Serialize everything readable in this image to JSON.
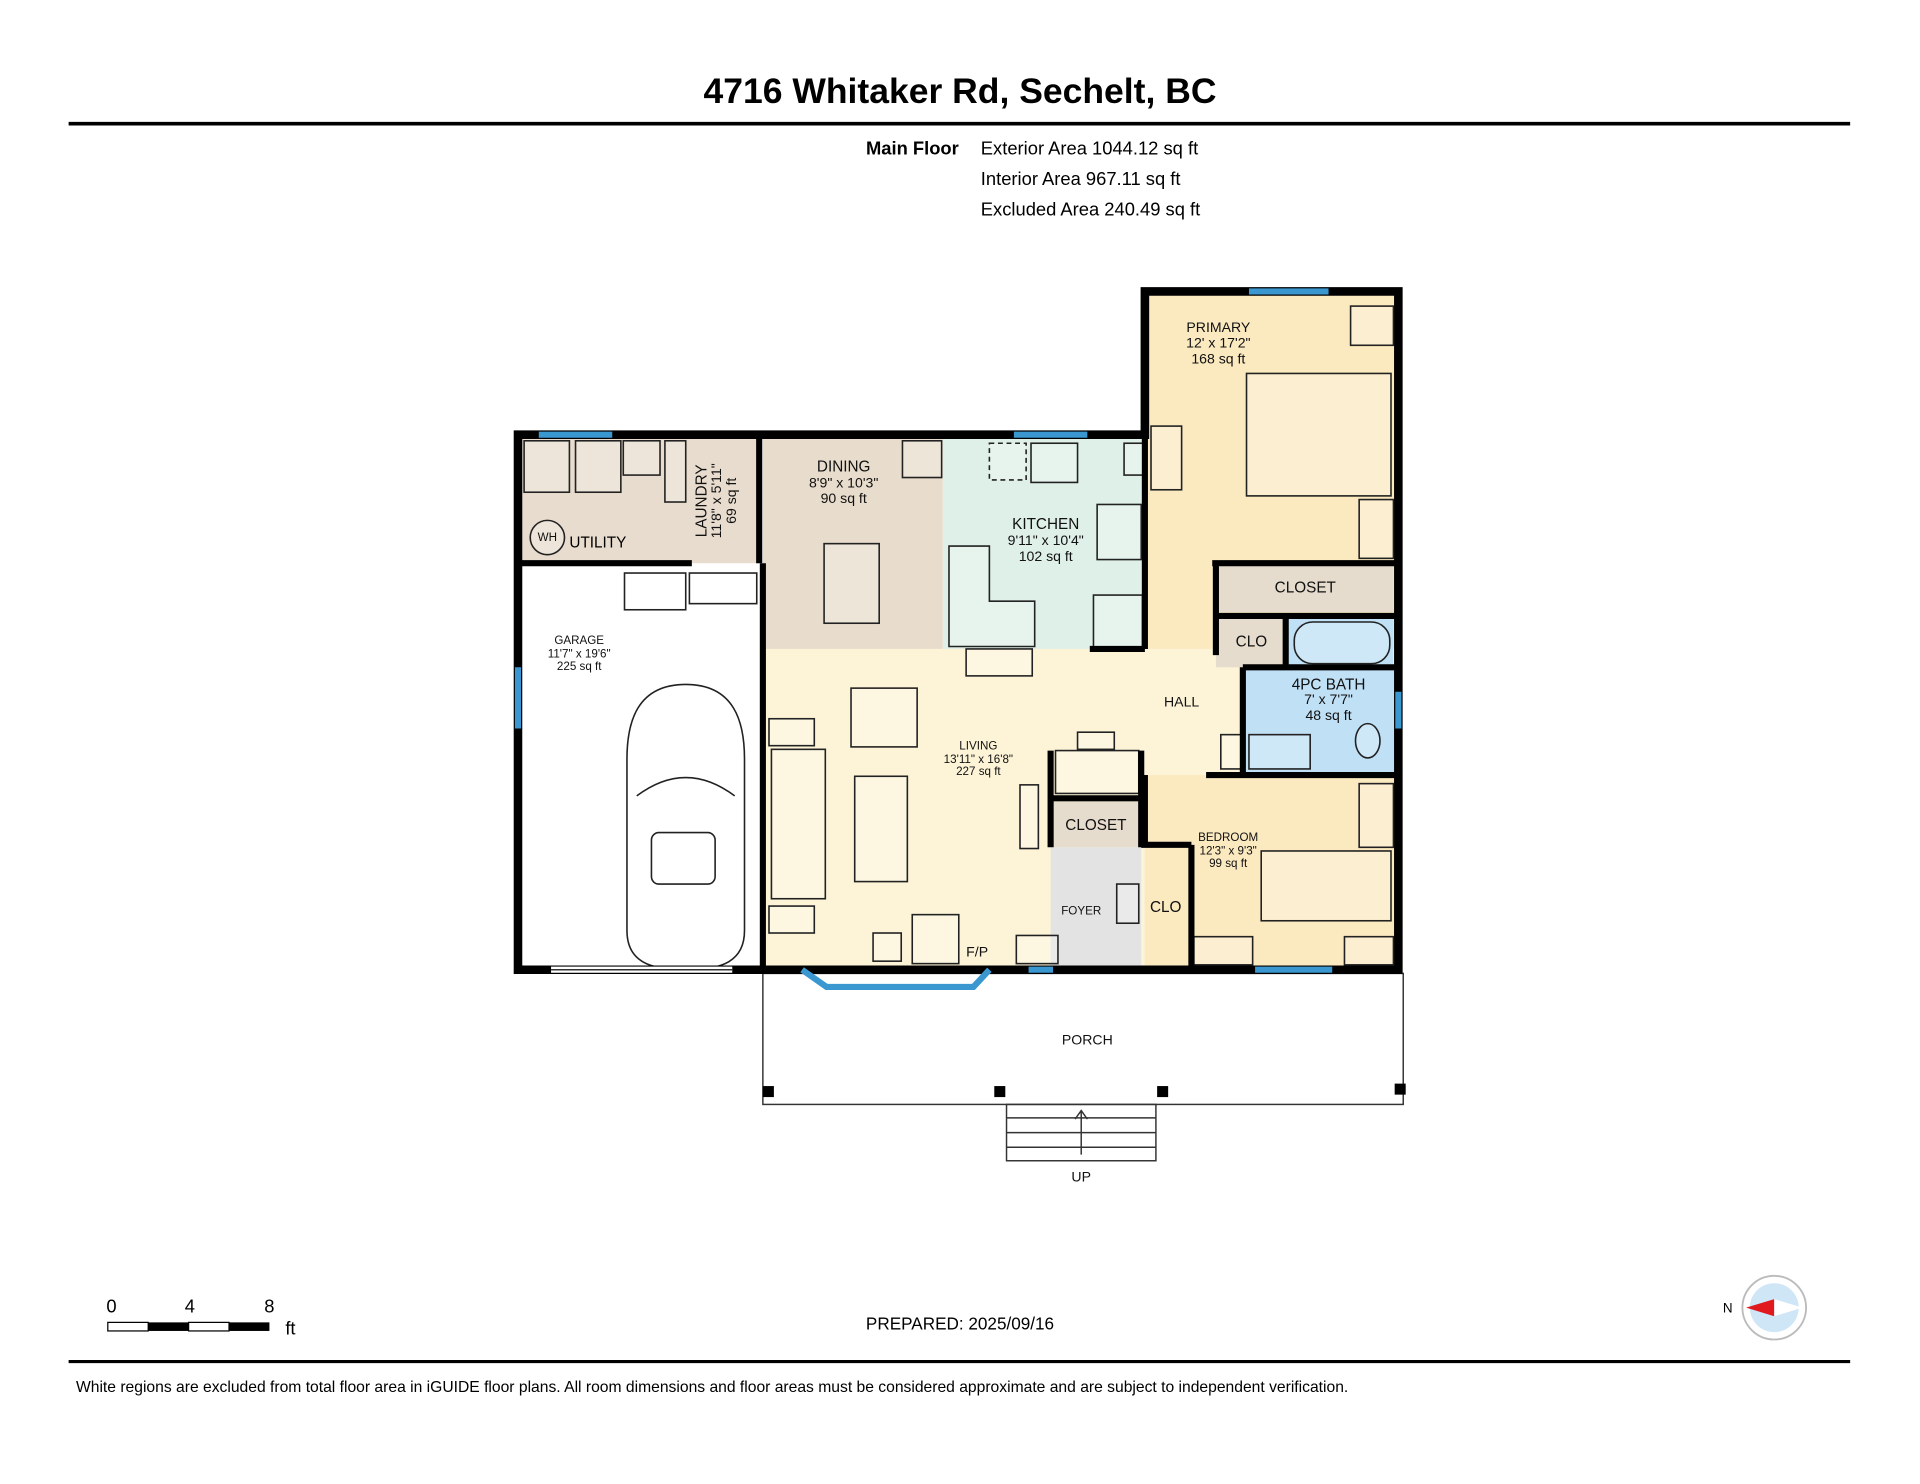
{
  "title": "4716 Whitaker Rd, Sechelt, BC",
  "areas": {
    "floor_label": "Main Floor",
    "exterior": "Exterior Area 1044.12 sq ft",
    "interior": "Interior Area 967.11 sq ft",
    "excluded": "Excluded Area 240.49 sq ft"
  },
  "rooms": {
    "primary": {
      "name": "PRIMARY",
      "dims": "12' x 17'2\"",
      "area": "168 sq ft"
    },
    "dining": {
      "name": "DINING",
      "dims": "8'9\" x 10'3\"",
      "area": "90 sq ft"
    },
    "kitchen": {
      "name": "KITCHEN",
      "dims": "9'11\" x 10'4\"",
      "area": "102 sq ft"
    },
    "laundry": {
      "name": "LAUNDRY",
      "dims": "11'8\" x 5'11\"",
      "area": "69 sq ft"
    },
    "utility": {
      "name": "UTILITY",
      "wh": "WH"
    },
    "garage": {
      "name": "GARAGE",
      "dims": "11'7\" x 19'6\"",
      "area": "225 sq ft"
    },
    "living": {
      "name": "LIVING",
      "dims": "13'11\" x 16'8\"",
      "area": "227 sq ft"
    },
    "bath": {
      "name": "4PC BATH",
      "dims": "7' x 7'7\"",
      "area": "48 sq ft"
    },
    "bedroom": {
      "name": "BEDROOM",
      "dims": "12'3\" x 9'3\"",
      "area": "99 sq ft"
    },
    "closet_primary": "CLOSET",
    "clo_hall": "CLO",
    "hall": "HALL",
    "closet_living": "CLOSET",
    "foyer": "FOYER",
    "clo_bedroom": "CLO",
    "fp": "F/P",
    "porch": "PORCH",
    "up": "UP"
  },
  "scale": {
    "t0": "0",
    "t1": "4",
    "t2": "8",
    "unit": "ft"
  },
  "prepared": "PREPARED: 2025/09/16",
  "compass_label": "N",
  "disclaimer": "White regions are excluded from total floor area in iGUIDE floor plans. All room dimensions and floor areas must be considered approximate and are subject to independent verification.",
  "colors": {
    "window": "#3a97d0",
    "compass_red": "#e0191f"
  }
}
